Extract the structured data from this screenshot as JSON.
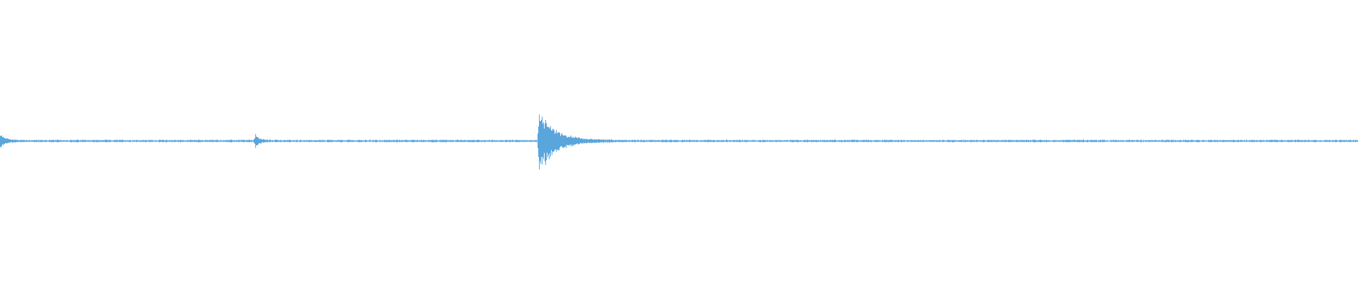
{
  "waveform": {
    "color": "#5aa5dc",
    "background": "#ffffff",
    "baseline_noise_amplitude": 0.01,
    "events": [
      {
        "position": 0.0,
        "peak_amplitude": 0.05,
        "decay": 0.004
      },
      {
        "position": 0.188,
        "peak_amplitude": 0.045,
        "decay": 0.003
      },
      {
        "position": 0.397,
        "peak_amplitude": 0.25,
        "decay": 0.012
      }
    ]
  }
}
